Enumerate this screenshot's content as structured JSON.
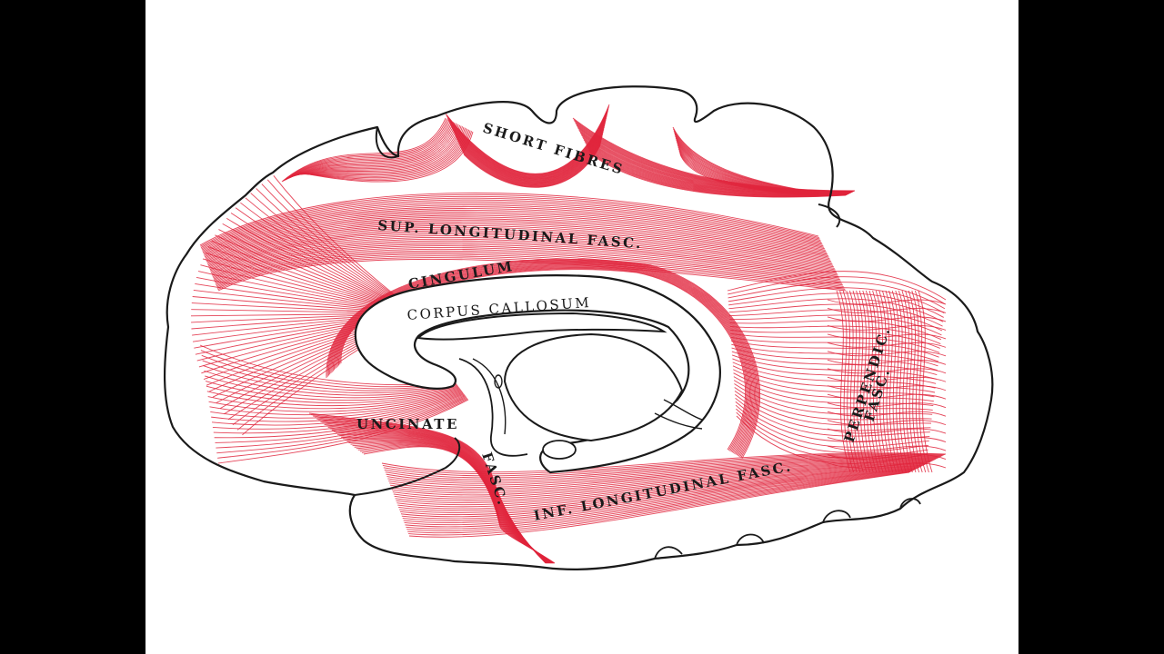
{
  "colors": {
    "background": "#ffffff",
    "letterbox": "#000000",
    "outline": "#1a1a1a",
    "fibres": "#e0243c"
  },
  "labels": {
    "short_fibres": "SHORT FIBRES",
    "sup_longitudinal": "SUP. LONGITUDINAL FASC.",
    "cingulum": "CINGULUM",
    "corpus_callosum": "CORPUS  CALLOSUM",
    "perpendic_1": "PERPENDIC.",
    "perpendic_2": "FASC.",
    "uncinate": "UNCINATE",
    "uncinate_fasc": "FASC.",
    "inf_longitudinal": "INF. LONGITUDINAL FASC."
  }
}
